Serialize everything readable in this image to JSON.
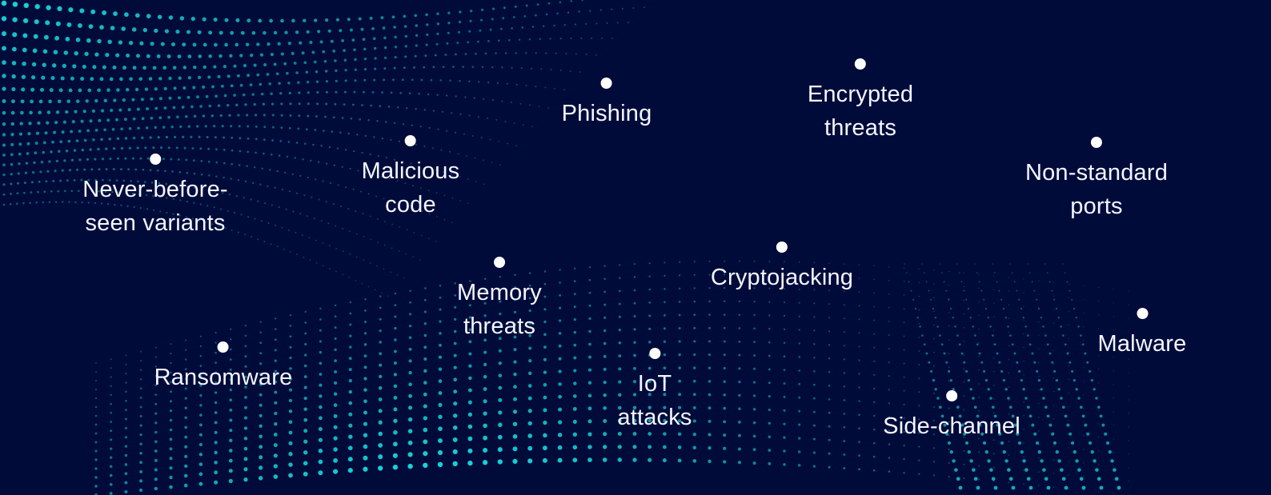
{
  "palette": {
    "background": "#010b3a",
    "particles": "#16d3d8",
    "marker": "#ffffff",
    "label": "#f4f6ff"
  },
  "threats": [
    {
      "id": "never-before-seen-variants",
      "label": "Never-before-\nseen variants"
    },
    {
      "id": "malicious-code",
      "label": "Malicious\ncode"
    },
    {
      "id": "phishing",
      "label": "Phishing"
    },
    {
      "id": "encrypted-threats",
      "label": "Encrypted\nthreats"
    },
    {
      "id": "non-standard-ports",
      "label": "Non-standard\nports"
    },
    {
      "id": "memory-threats",
      "label": "Memory\nthreats"
    },
    {
      "id": "cryptojacking",
      "label": "Cryptojacking"
    },
    {
      "id": "ransomware",
      "label": "Ransomware"
    },
    {
      "id": "iot-attacks",
      "label": "IoT\nattacks"
    },
    {
      "id": "malware",
      "label": "Malware"
    },
    {
      "id": "side-channel",
      "label": "Side-channel"
    }
  ]
}
